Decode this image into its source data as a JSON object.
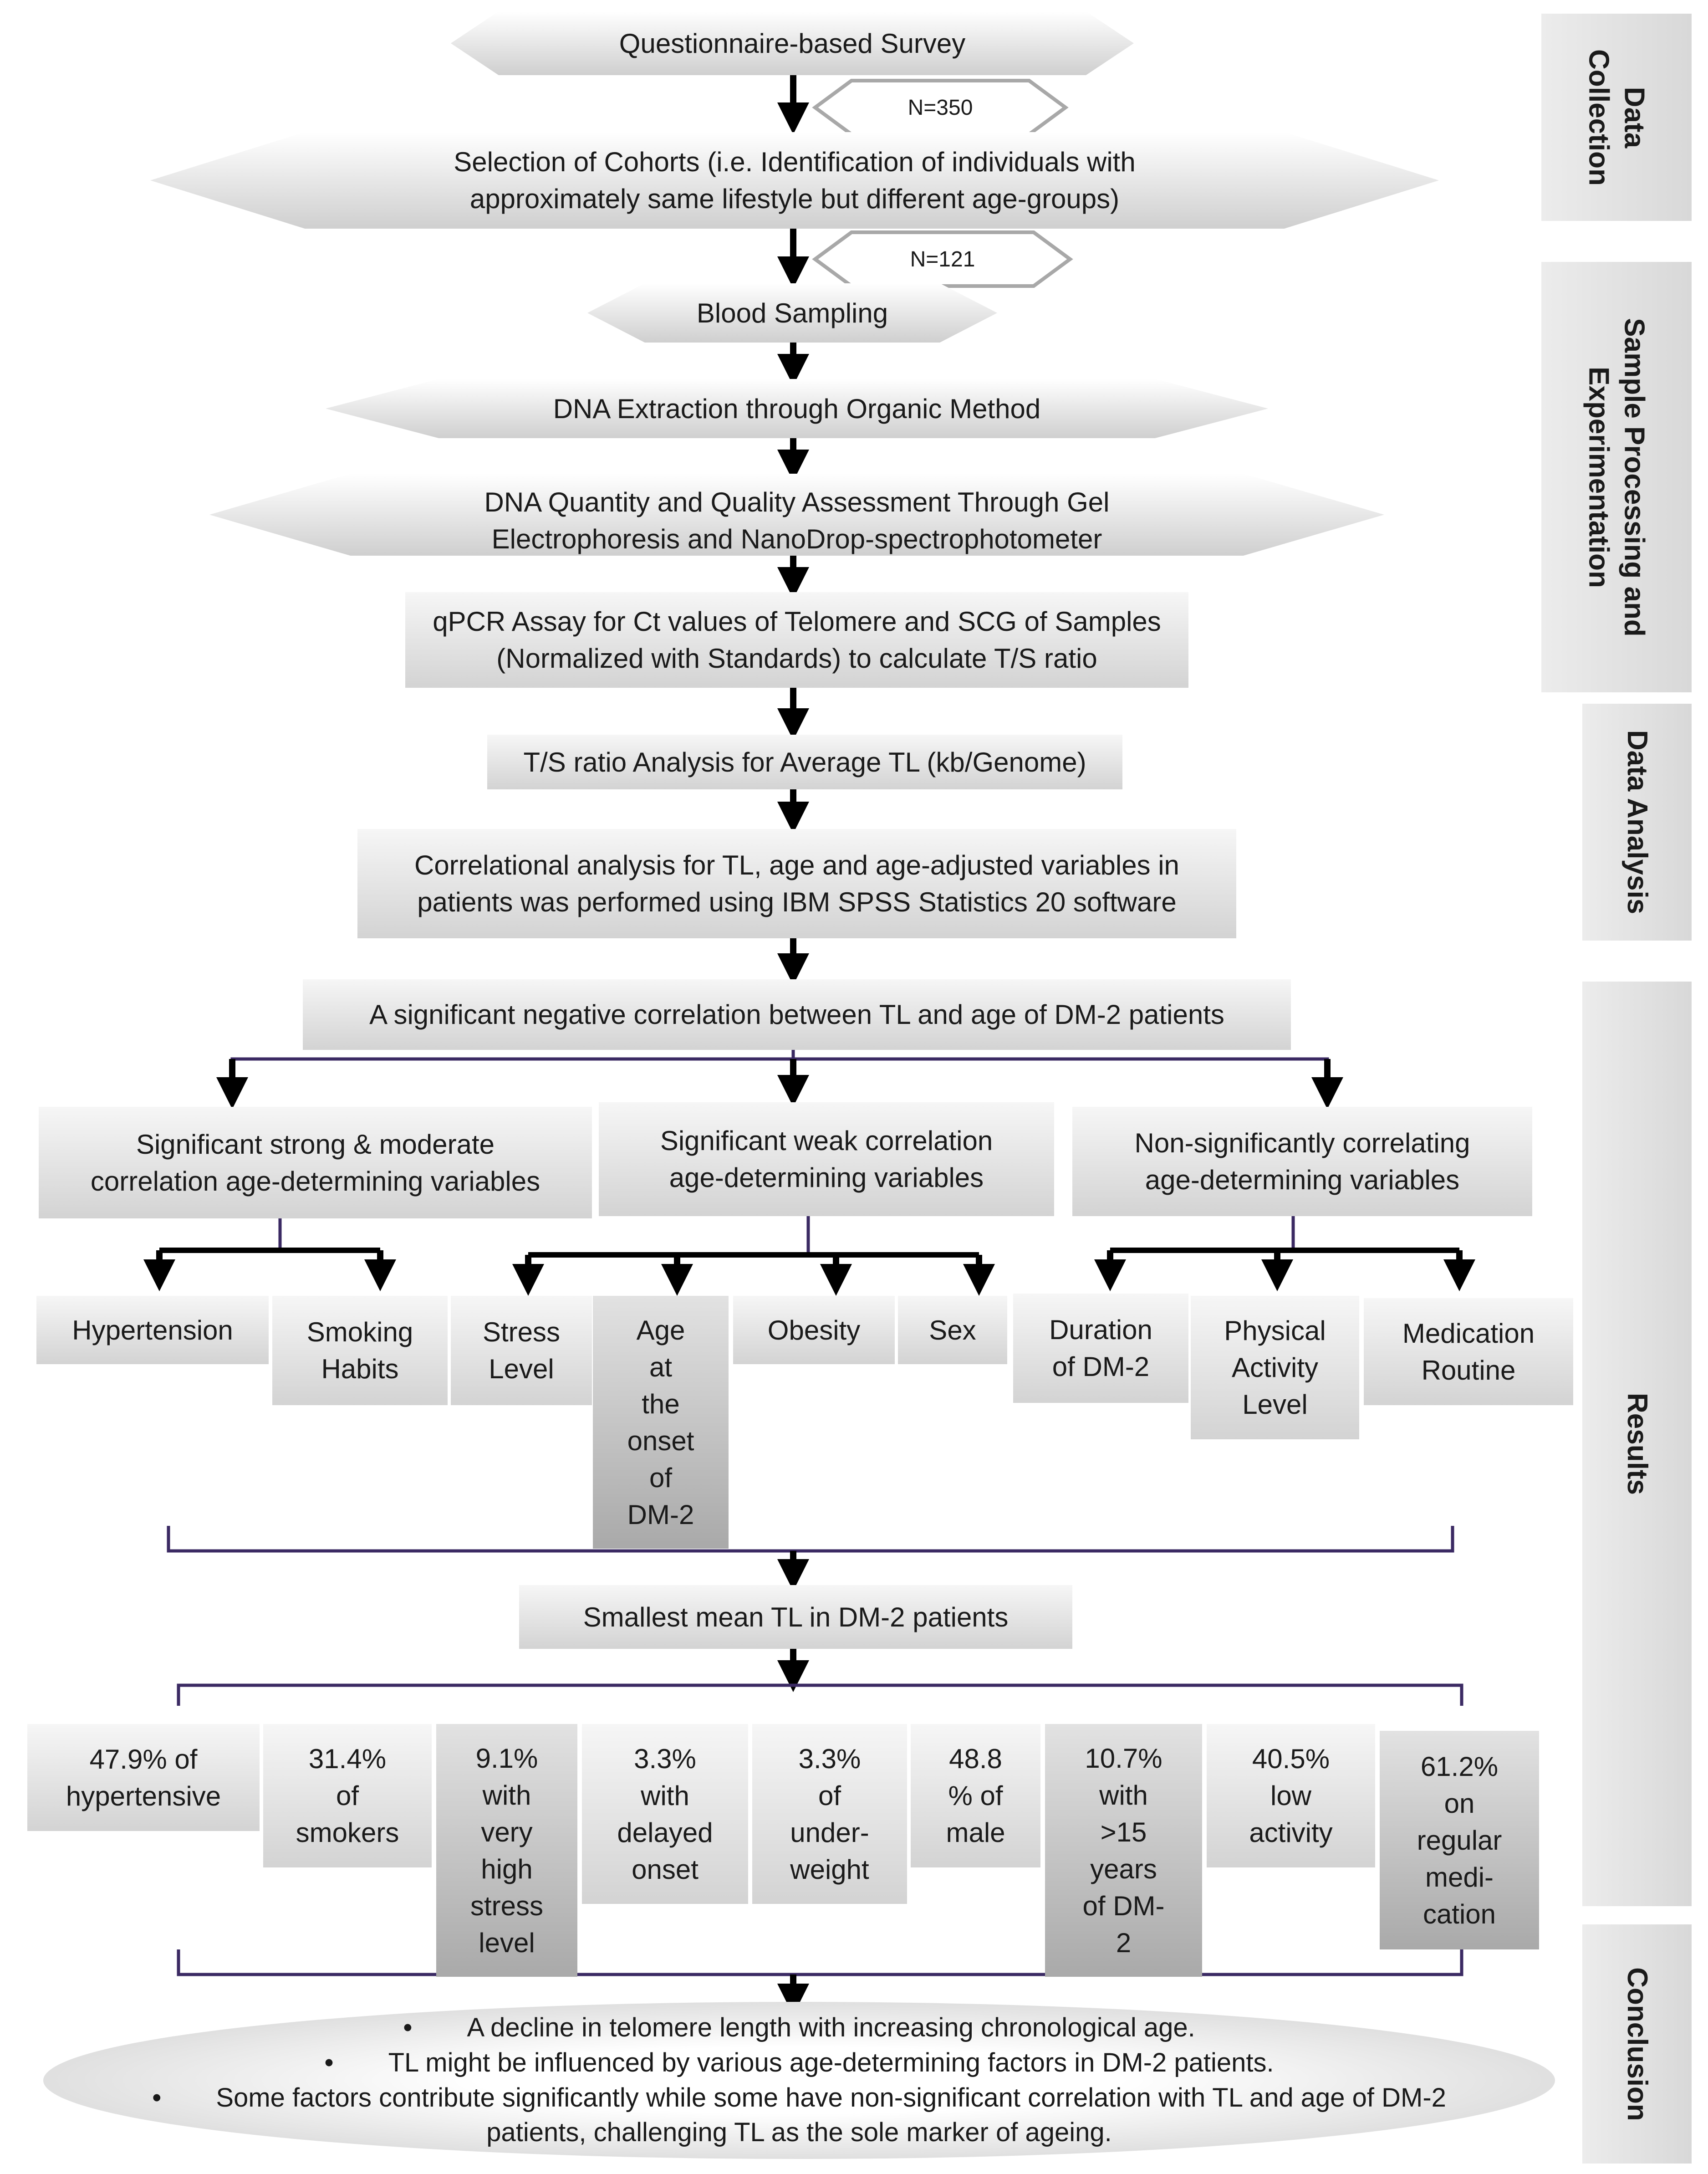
{
  "stages": [
    {
      "id": "data-collection",
      "label": "Data Collection",
      "lines": [
        "Data",
        "Collection"
      ]
    },
    {
      "id": "sample-processing",
      "label": "Sample Processing and Experimentation",
      "lines": [
        "Sample Processing and",
        "Experimentation"
      ]
    },
    {
      "id": "data-analysis",
      "label": "Data Analysis",
      "lines": [
        "Data Analysis"
      ]
    },
    {
      "id": "results",
      "label": "Results",
      "lines": [
        "Results"
      ]
    },
    {
      "id": "conclusion",
      "label": "Conclusion",
      "lines": [
        "Conclusion"
      ]
    }
  ],
  "flow": {
    "survey": "Questionnaire-based Survey",
    "n1": "N=350",
    "cohorts": [
      "Selection of Cohorts (i.e. Identification of individuals with",
      "approximately same lifestyle but different age-groups)"
    ],
    "n2": "N=121",
    "blood": "Blood Sampling",
    "extraction": "DNA Extraction through Organic Method",
    "quality": [
      "DNA Quantity and Quality Assessment Through Gel",
      "Electrophoresis and NanoDrop-spectrophotometer"
    ],
    "qpcr": [
      "qPCR Assay for Ct values of Telomere and SCG of Samples",
      "(Normalized with Standards) to calculate T/S ratio"
    ],
    "ts_ratio": "T/S ratio Analysis for Average TL (kb/Genome)",
    "correlational": [
      "Correlational analysis for TL, age and age-adjusted variables in",
      "patients was performed using IBM SPSS Statistics 20 software"
    ],
    "negative": "A significant negative correlation between TL and age of DM-2 patients",
    "smallest": "Smallest mean TL in DM-2 patients"
  },
  "categories": [
    {
      "id": "strong",
      "lines": [
        "Significant strong & moderate",
        "correlation age-determining variables"
      ]
    },
    {
      "id": "weak",
      "lines": [
        "Significant weak correlation",
        "age-determining variables"
      ]
    },
    {
      "id": "nonsig",
      "lines": [
        "Non-significantly correlating",
        "age-determining variables"
      ]
    }
  ],
  "variables": [
    {
      "id": "hypertension",
      "lines": [
        "Hypertension"
      ]
    },
    {
      "id": "smoking",
      "lines": [
        "Smoking",
        "Habits"
      ]
    },
    {
      "id": "stress",
      "lines": [
        "Stress",
        "Level"
      ]
    },
    {
      "id": "onset",
      "lines": [
        "Age",
        "at",
        "the",
        "onset",
        "of",
        "DM-2"
      ]
    },
    {
      "id": "obesity",
      "lines": [
        "Obesity"
      ]
    },
    {
      "id": "sex",
      "lines": [
        "Sex"
      ]
    },
    {
      "id": "duration",
      "lines": [
        "Duration",
        "of DM-2"
      ]
    },
    {
      "id": "activity",
      "lines": [
        "Physical",
        "Activity",
        "Level"
      ]
    },
    {
      "id": "medication",
      "lines": [
        "Medication",
        "Routine"
      ]
    }
  ],
  "stats": [
    {
      "id": "hypertensive",
      "lines": [
        "47.9% of",
        "hypertensive"
      ]
    },
    {
      "id": "smokers",
      "lines": [
        "31.4%",
        "of",
        "smokers"
      ]
    },
    {
      "id": "stress",
      "lines": [
        "9.1%",
        "with",
        "very",
        "high",
        "stress",
        "level"
      ]
    },
    {
      "id": "delayed-onset",
      "lines": [
        "3.3%",
        "with",
        "delayed",
        "onset"
      ]
    },
    {
      "id": "underweight",
      "lines": [
        "3.3%",
        "of",
        "under-",
        "weight"
      ]
    },
    {
      "id": "male",
      "lines": [
        "48.8",
        "% of",
        "male"
      ]
    },
    {
      "id": "duration",
      "lines": [
        "10.7%",
        "with",
        ">15",
        "years",
        "of DM-",
        "2"
      ]
    },
    {
      "id": "low-activity",
      "lines": [
        "40.5%",
        "low",
        "activity"
      ]
    },
    {
      "id": "medication",
      "lines": [
        "61.2%",
        "on",
        "regular",
        "medi-",
        "cation"
      ]
    }
  ],
  "conclusions": [
    "A decline in telomere length with increasing chronological age.",
    "TL might be influenced by various age-determining factors in DM-2 patients.",
    "Some factors contribute significantly while some have non-significant correlation with TL and age of DM-2 patients, challenging TL as the sole marker of ageing."
  ],
  "colors": {
    "box_light": "#f6f6f6",
    "box_mid": "#d3d3d3",
    "box_dark": "#a9a9a9",
    "bracket": "#3b2a63",
    "arrow": "#000000"
  }
}
